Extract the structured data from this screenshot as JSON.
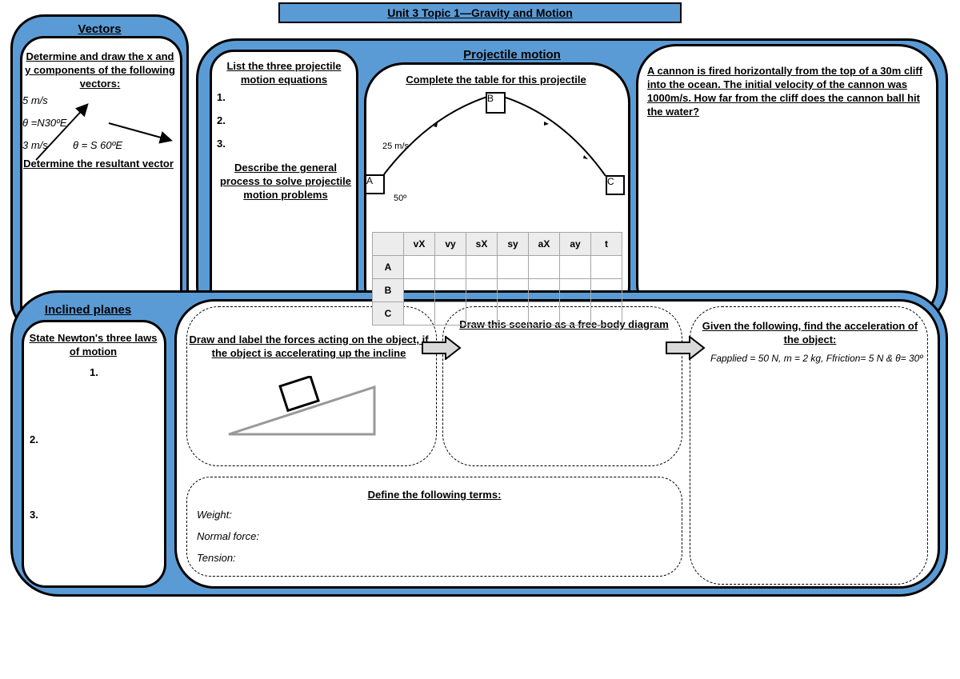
{
  "title": "Unit 3 Topic 1—Gravity and Motion",
  "vectors": {
    "heading": "Vectors",
    "prompt": "Determine and draw the x and y components of the following vectors:",
    "v1_mag": "5 m/s",
    "v1_dir": "θ =N30ºE",
    "v2_mag": "3 m/s",
    "v2_dir": "θ = S 60ºE",
    "resultant": "Determine the resultant vector"
  },
  "projectile": {
    "heading": "Projectile motion",
    "list_prompt": "List the three projectile motion equations",
    "list_items": [
      "1.",
      "2.",
      "3."
    ],
    "process_prompt": "Describe the general process to solve projectile motion problems",
    "table_prompt": "Complete the table for this projectile",
    "speed": "25 m/s",
    "angle": "50º",
    "points": [
      "A",
      "B",
      "C"
    ],
    "table": {
      "headers": [
        "",
        "vX",
        "vy",
        "sX",
        "sy",
        "aX",
        "ay",
        "t"
      ],
      "rows": [
        "A",
        "B",
        "C"
      ]
    },
    "cannon": "A cannon is fired horizontally from the top of a 30m cliff into the ocean. The initial velocity of the cannon was 1000m/s. How far from the cliff does the cannon ball hit the water?"
  },
  "inclined": {
    "heading": "Inclined planes",
    "newton_prompt": "State Newton's three laws of motion",
    "newton_items": [
      "1.",
      "2.",
      "3."
    ],
    "forces_prompt": "Draw and label the forces acting on the object, if the object is accelerating up the incline",
    "fbd_prompt": "Draw this scenario as a free-body diagram",
    "given_prompt": "Given the following, find the acceleration of the object:",
    "given_values": "Fapplied = 50 N,  m = 2 kg,  Ffriction= 5 N &  θ= 30º",
    "define_prompt": "Define the following terms:",
    "terms": [
      "Weight:",
      "Normal force:",
      "Tension:"
    ]
  },
  "colors": {
    "panel": "#5b9bd5",
    "table_header": "#ececec",
    "arrow": "#d9d9d9"
  }
}
